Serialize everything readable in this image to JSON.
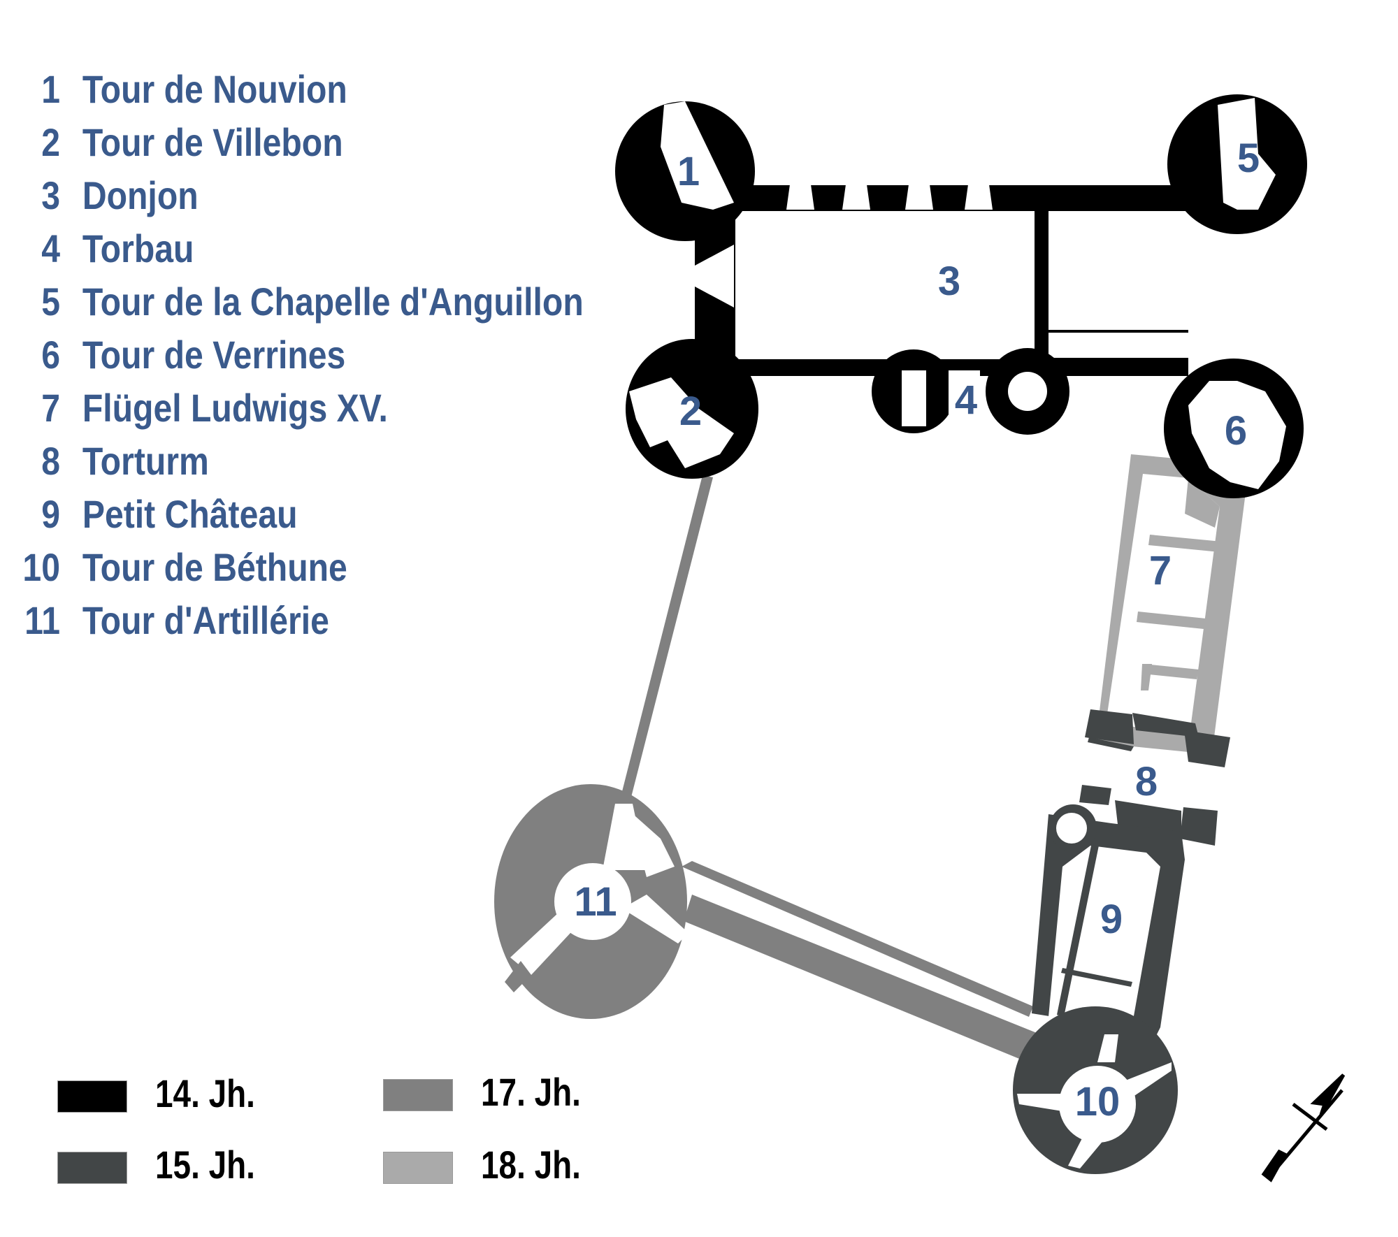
{
  "key": [
    {
      "number": "1",
      "label": "Tour de Nouvion"
    },
    {
      "number": "2",
      "label": "Tour de Villebon"
    },
    {
      "number": "3",
      "label": "Donjon"
    },
    {
      "number": "4",
      "label": "Torbau"
    },
    {
      "number": "5",
      "label": "Tour de la Chapelle d'Anguillon"
    },
    {
      "number": "6",
      "label": "Tour de Verrines"
    },
    {
      "number": "7",
      "label": "Flügel Ludwigs XV."
    },
    {
      "number": "8",
      "label": "Torturm"
    },
    {
      "number": "9",
      "label": "Petit Château"
    },
    {
      "number": "10",
      "label": "Tour de Béthune"
    },
    {
      "number": "11",
      "label": "Tour d'Artillérie"
    }
  ],
  "legend": [
    {
      "label": "14. Jh.",
      "color": "#000000"
    },
    {
      "label": "15. Jh.",
      "color": "#424647"
    },
    {
      "label": "17. Jh.",
      "color": "#808080"
    },
    {
      "label": "18. Jh.",
      "color": "#aaaaaa"
    }
  ],
  "plan_labels": {
    "n1": "1",
    "n2": "2",
    "n3": "3",
    "n4": "4",
    "n5": "5",
    "n6": "6",
    "n7": "7",
    "n8": "8",
    "n9": "9",
    "n10": "10",
    "n11": "11"
  },
  "colors": {
    "text_accent": "#3a5a8c",
    "c14": "#000000",
    "c15": "#424647",
    "c17": "#808080",
    "c18": "#aaaaaa"
  },
  "compass": "north-arrow-icon"
}
